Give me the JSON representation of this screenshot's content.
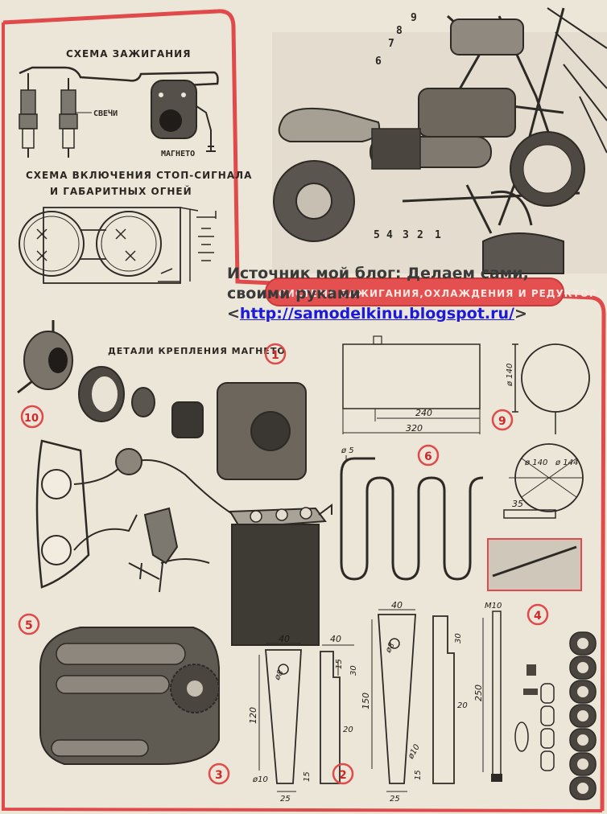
{
  "labels": {
    "ignition_scheme": "СХЕМА ЗАЖИГАНИЯ",
    "spark_plugs": "СВЕЧИ",
    "magneto": "МАГНЕТО",
    "stop_signal_line1": "СХЕМА ВКЛЮЧЕНИЯ СТОП-СИГНАЛА",
    "stop_signal_line2": "И ГАБАРИТНЫХ ОГНЕЙ",
    "magneto_mount": "ДЕТАЛИ КРЕПЛЕНИЯ МАГНЕТО",
    "section_banner": "СИСТЕМА ЗАЖИГАНИЯ,ОХЛАЖДЕНИЯ И РЕДУКТОР"
  },
  "watermark": {
    "line1": "Источник мой блог: Делаем сами,",
    "line2": "своими руками",
    "lt": "<",
    "url": "http://samodelkinu.blogspot.ru/",
    "gt": ">"
  },
  "callouts": {
    "c1": "1",
    "c2": "2",
    "c3": "3",
    "c4": "4",
    "c5": "5",
    "c6": "6",
    "c9": "9",
    "c10": "10"
  },
  "part_numbers": {
    "p9": "9",
    "p8": "8",
    "p7": "7",
    "p6": "6",
    "p5": "5",
    "p4": "4",
    "p3": "3",
    "p2": "2",
    "p1": "1"
  },
  "dims": {
    "tank_len": "240",
    "tank_total": "320",
    "clamp_dia": "ø 140",
    "coil_dia": "ø 5",
    "ring_dia1": "ø 140",
    "ring_dia2": "ø 144",
    "strap_len": "35",
    "b3_w": "40",
    "b3_h1": "15",
    "b3_h2": "30",
    "b3_h3": "120",
    "b3_d1": "ø8",
    "b3_d2": "ø10",
    "b3_bot1": "15",
    "b3_bot2": "25",
    "b3_side": "20",
    "b2_w": "40",
    "b2_h1": "30",
    "b2_h2": "150",
    "b2_d1": "ø8",
    "b2_d2": "ø10",
    "b2_bot1": "15",
    "b2_bot2": "25",
    "b2_side": "20",
    "bolt_thread": "M10",
    "bolt_len": "250"
  },
  "colors": {
    "frame_red": "#e04a4a",
    "callout_red": "#d02828",
    "paper": "#ece6d8",
    "ink": "#2d2a26",
    "link_blue": "#1a1ad8"
  }
}
